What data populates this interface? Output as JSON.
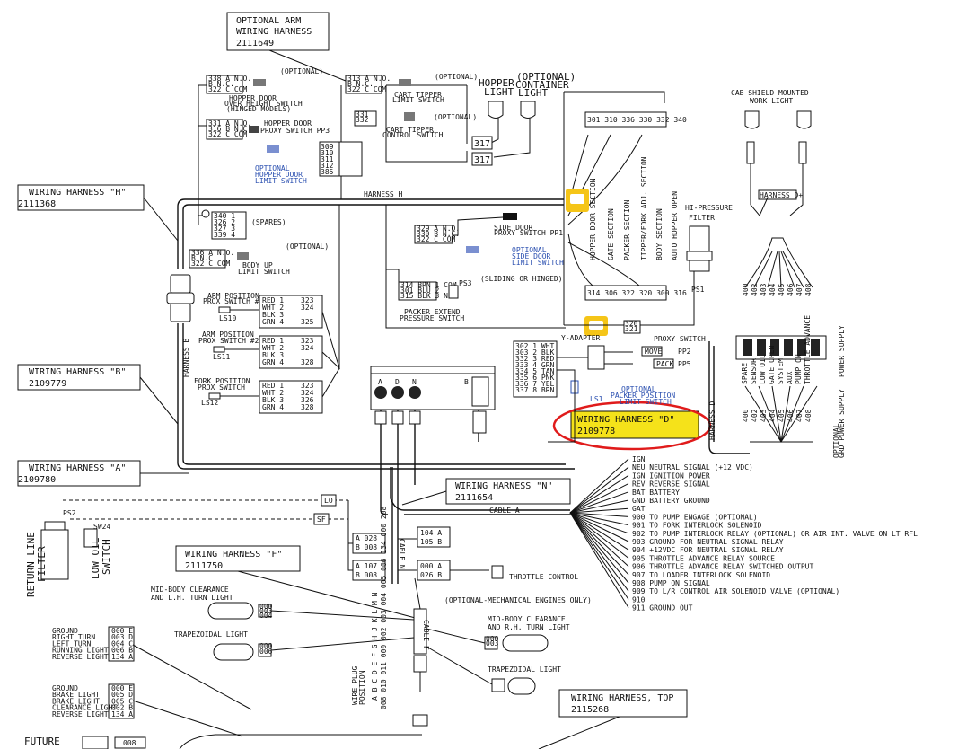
{
  "callouts": {
    "arm": {
      "title": "OPTIONAL ARM",
      "title2": "WIRING HARNESS",
      "pn": "2111649"
    },
    "h": {
      "title": "WIRING HARNESS \"H\"",
      "pn": "2111368"
    },
    "b": {
      "title": "WIRING HARNESS \"B\"",
      "pn": "2109779"
    },
    "a": {
      "title": "WIRING HARNESS \"A\"",
      "pn": "2109780"
    },
    "n": {
      "title": "WIRING HARNESS \"N\"",
      "pn": "2111654"
    },
    "f": {
      "title": "WIRING HARNESS \"F\"",
      "pn": "2111750"
    },
    "d": {
      "title": "WIRING HARNESS \"D\"",
      "pn": "2109778"
    },
    "top": {
      "title": "WIRING HARNESS, TOP",
      "pn": "2115268"
    }
  },
  "labels": {
    "harness_h": "HARNESS H",
    "harness_b": "HARNESS B",
    "harness_d": "HARNESS D",
    "cable_a": "CABLE A",
    "cable_n": "CABLE N",
    "cable_f": "CABLE F",
    "spares": "(SPARES)",
    "optional": "(OPTIONAL)",
    "hopper_light": "HOPPER",
    "hopper_light2": "LIGHT",
    "container_light": "(OPTIONAL)",
    "container_light2": "CONTAINER",
    "container_light3": "LIGHT",
    "cab_shield": "CAB SHIELD MOUNTED",
    "cab_shield2": "WORK LIGHT",
    "hi_pressure": "HI-PRESSURE",
    "hi_pressure2": "FILTER",
    "return_filter": "RETURN LINE",
    "return_filter2": "FILTER",
    "low_oil": "LOW OIL",
    "low_oil2": "SWITCH",
    "throttle": "THROTTLE CONTROL",
    "mech_engines": "(OPTIONAL-MECHANICAL ENGINES ONLY)",
    "midbody_lh": "MID-BODY CLEARANCE",
    "midbody_lh2": "AND L.H. TURN LIGHT",
    "midbody_rh": "MID-BODY CLEARANCE",
    "midbody_rh2": "AND R.H. TURN LIGHT",
    "trap_l": "TRAPEZOIDAL LIGHT",
    "trap_r": "TRAPEZOIDAL LIGHT",
    "future": "FUTURE",
    "future_wire": "008",
    "packer_extend": "PACKER EXTEND",
    "packer_extend2": "PRESSURE SWITCH",
    "sliding_hinged": "(SLIDING OR HINGED)",
    "side_door": "SIDE DOOR",
    "side_door2": "PROXY SWITCH PP1",
    "opt_side_door": "OPTIONAL",
    "opt_side_door2": "SIDE DOOR",
    "opt_side_door3": "LIMIT SWITCH",
    "hopper_door_prox": "HOPPER DOOR",
    "hopper_door_prox2": "PROXY SWITCH PP3",
    "opt_hopper_limit": "OPTIONAL",
    "opt_hopper_limit2": "HOPPER DOOR",
    "opt_hopper_limit3": "LIMIT SWITCH",
    "hopper_over": "HOPPER DOOR",
    "hopper_over2": "OVER HEIGHT SWITCH",
    "hopper_over3": "(HINGED MODELS)",
    "cart_tipper": "CART TIPPER",
    "cart_tipper2": "LIMIT SWITCH",
    "cart_tipper_ctl": "CART TIPPER",
    "cart_tipper_ctl2": "CONTROL SWITCH",
    "body_up": "BODY UP",
    "body_up2": "LIMIT SWITCH",
    "arm_pos1": "ARM POSITION",
    "arm_pos1b": "PROX SWITCH #1",
    "arm_pos2": "ARM POSITION",
    "arm_pos2b": "PROX SWITCH #2",
    "fork_pos": "FORK POSITION",
    "fork_pos2": "PROX SWITCH",
    "y_adapter": "Y-ADAPTER",
    "proxy_switch": "PROXY SWITCH",
    "move": "MOVE",
    "pack": "PACK",
    "opt_packer": "OPTIONAL",
    "opt_packer2": "PACKER POSITION",
    "opt_packer3": "LIMIT SWITCH",
    "grd_power": "GRD POWER SUPPLY",
    "power_supply": "POWER SUPPLY",
    "optional_v": "OPTIONAL",
    "wire_plug": "WIRE PLUG",
    "wire_pos": "POSITION",
    "sw_lo": "LO",
    "sw_sf": "SF"
  },
  "sections": [
    "HOPPER DOOR SECTION",
    "GATE SECTION",
    "PACKER SECTION",
    "TIPPER/FORK ADJ. SECTION",
    "BODY SECTION",
    "AUTO HOPPER OPEN"
  ],
  "signals": [
    "IGN",
    "NEU NEUTRAL SIGNAL (+12 VDC)",
    "IGN IGNITION POWER",
    "REV REVERSE SIGNAL",
    "BAT BATTERY",
    "GND BATTERY GROUND",
    "GAT",
    "900 TO PUMP ENGAGE (OPTIONAL)",
    "901 TO FORK INTERLOCK SOLENOID",
    "902 TO PUMP INTERLOCK RELAY (OPTIONAL) OR AIR INT. VALVE ON LT RFL",
    "903 GROUND FOR NEUTRAL SIGNAL RELAY",
    "904 +12VDC FOR NEUTRAL SIGNAL RELAY",
    "905 THROTTLE ADVANCE RELAY SOURCE",
    "906 THROTTLE ADVANCE RELAY SWITCHED OUTPUT",
    "907 TO LOADER INTERLOCK SOLENOID",
    "908 PUMP ON SIGNAL",
    "909 TO L/R CONTROL AIR SOLENOID VALVE (OPTIONAL)",
    "910",
    "911 GROUND OUT"
  ],
  "arm_prox": [
    {
      "c": [
        "RED 1",
        "WHT 2",
        "BLK 3",
        "GRN 4"
      ],
      "w": [
        "323",
        "324",
        "",
        "325"
      ]
    },
    {
      "c": [
        "RED 1",
        "WHT 2",
        "BLK 3",
        "GRN 4"
      ],
      "w": [
        "323",
        "324",
        "",
        "328"
      ]
    },
    {
      "c": [
        "RED 1",
        "WHT 2",
        "BLK 3",
        "GRN 4"
      ],
      "w": [
        "323",
        "324",
        "326",
        "328"
      ]
    }
  ],
  "spares_tb": [
    "340 1",
    "326 2",
    "327 3",
    "339 4"
  ],
  "y_adapter_tb": [
    "302 1 WHT",
    "303 2 BLK",
    "332 3 RED",
    "333 4 GRN",
    "334 5 TAN",
    "335 6 PNK",
    "336 7 YEL",
    "337 8 BRN"
  ],
  "lights_left1": [
    "GROUND",
    "RIGHT TURN",
    "LEFT TURN",
    "RUNNING LIGHT",
    "REVERSE LIGHT"
  ],
  "lights_left1_w": [
    "000 E",
    "003 D",
    "004 C",
    "006 B",
    "134 A"
  ],
  "lights_left2": [
    "GROUND",
    "BRAKE LIGHT",
    "BRAKE LIGHT",
    "CLEARANCE LIGHT",
    "REVERSE LIGHT"
  ],
  "lights_left2_w": [
    "000 E",
    "005 D",
    "005 C",
    "002 B",
    "134 A"
  ],
  "wires_right_panel": [
    "400",
    "402",
    "403",
    "404",
    "405",
    "406",
    "407",
    "408"
  ],
  "relay_labels": [
    "SPARE",
    "SENSOR",
    "LOW OIL",
    "GATE OPEN",
    "SYSTEM",
    "AUX",
    "PUMP ON",
    "THROTTLE ADVANCE"
  ]
}
